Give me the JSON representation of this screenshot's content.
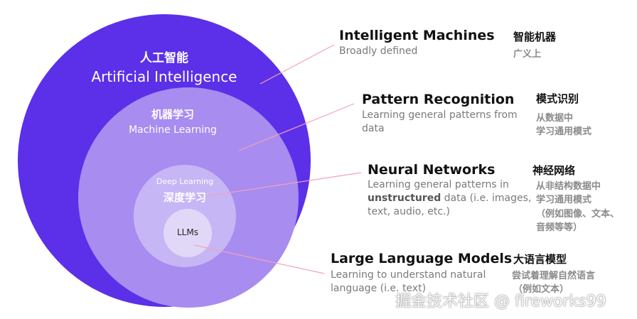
{
  "circles": {
    "ai": {
      "zh": "人工智能",
      "en": "Artificial Intelligence"
    },
    "ml": {
      "zh": "机器学习",
      "en": "Machine Learning"
    },
    "dl": {
      "en": "Deep Learning",
      "zh": "深度学习"
    },
    "llm": {
      "en": "LLMs"
    }
  },
  "labels": [
    {
      "title": "Intelligent Machines",
      "desc": "Broadly defined",
      "zh": "智能机器",
      "zh_sub": "广义上"
    },
    {
      "title": "Pattern Recognition",
      "desc_line1": "Learning general patterns from",
      "desc_line2": "data",
      "zh": "模式识别",
      "zh_sub_line1": "从数据中",
      "zh_sub_line2": "学习通用模式"
    },
    {
      "title": "Neural Networks",
      "desc_line1": "Learning general patterns in",
      "desc_bold": "unstructured",
      "desc_line2_rest": " data (i.e. images,",
      "desc_line3": "text, audio, etc.)",
      "zh": "神经网络",
      "zh_sub_line1": "从非结构数据中",
      "zh_sub_line2": "学习通用模式",
      "zh_sub_line3": "（例如图像、文本、",
      "zh_sub_line4": "音频等等）"
    },
    {
      "title": "Large Language Models",
      "desc_line1": "Learning to understand natural",
      "desc_line2": "language (i.e. text)",
      "zh": "大语言模型",
      "zh_sub_line1": "尝试着理解自然语言",
      "zh_sub_line2": "（例如文本）"
    }
  ],
  "watermark": "掘金技术社区 @ fireworks99",
  "colors": {
    "ai": "#5b30e8",
    "ml": "#a88cf0",
    "dl": "#c7b6f5",
    "llm": "#e1d8f8",
    "connector": "#f1a3b8"
  }
}
